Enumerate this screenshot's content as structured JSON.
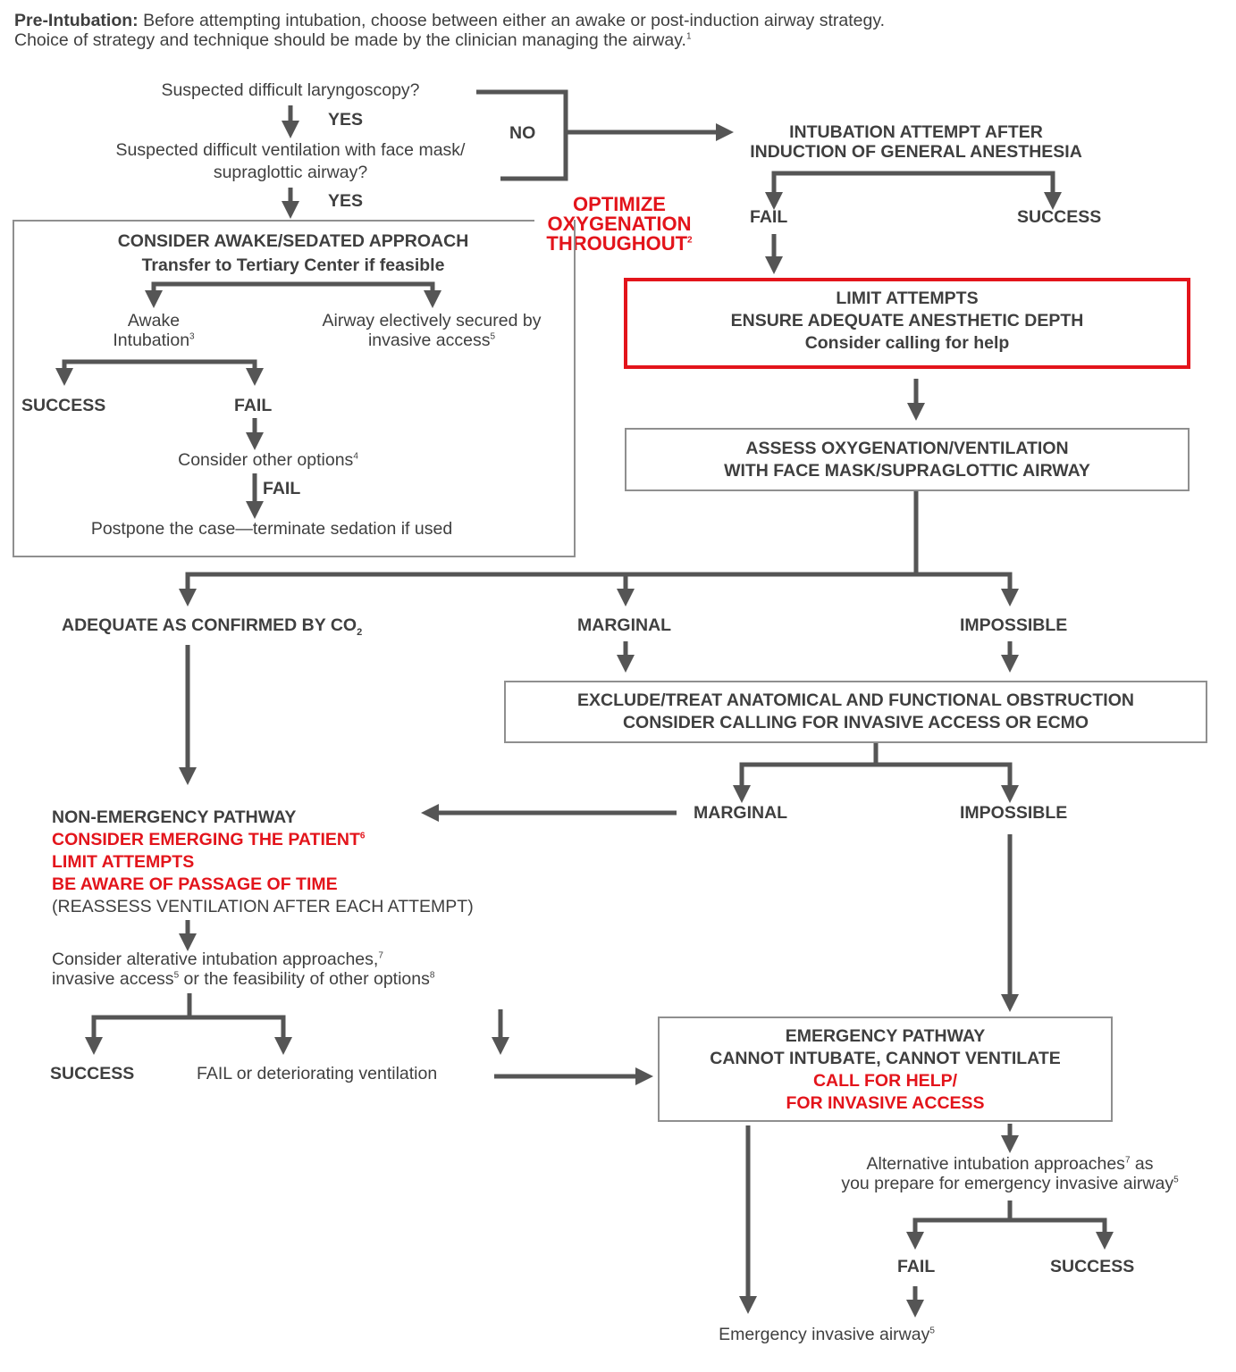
{
  "intro": {
    "label": "Pre-Intubation:",
    "line1": "Before attempting intubation, choose between either an awake or post-induction airway strategy.",
    "line2": "Choice of strategy and technique should be made by the clinician managing the airway.",
    "line2_ref": "1"
  },
  "top": {
    "q_laryngoscopy": "Suspected difficult laryngoscopy?",
    "yes_1": "YES",
    "q_ventilation_1": "Suspected difficult ventilation with face mask/",
    "q_ventilation_2": "supraglottic airway?",
    "yes_2": "YES",
    "no": "NO"
  },
  "optimize": {
    "line1": "OPTIMIZE",
    "line2": "OXYGENATION",
    "line3": "THROUGHOUT",
    "ref": "2"
  },
  "awake_box": {
    "title": "CONSIDER AWAKE/SEDATED APPROACH",
    "subtitle": "Transfer to Tertiary Center if feasible",
    "awake_1": "Awake",
    "awake_2": "Intubation",
    "awake_ref": "3",
    "elective_1": "Airway electively secured by",
    "elective_2": "invasive access",
    "elective_ref": "5",
    "success": "SUCCESS",
    "fail": "FAIL",
    "other": "Consider other options",
    "other_ref": "4",
    "fail_2": "FAIL",
    "postpone": "Postpone the case—terminate sedation if used"
  },
  "induction": {
    "line1": "INTUBATION ATTEMPT AFTER",
    "line2": "INDUCTION OF GENERAL ANESTHESIA",
    "fail": "FAIL",
    "success": "SUCCESS"
  },
  "limit_box": {
    "line1": "LIMIT ATTEMPTS",
    "line2": "ENSURE ADEQUATE ANESTHETIC DEPTH",
    "line3": "Consider calling for help"
  },
  "assess_box": {
    "line1": "ASSESS OXYGENATION/VENTILATION",
    "line2": "WITH FACE MASK/SUPRAGLOTTIC AIRWAY"
  },
  "outcomes": {
    "adequate": "ADEQUATE AS CONFIRMED BY CO",
    "adequate_sub": "2",
    "marginal": "MARGINAL",
    "impossible": "IMPOSSIBLE"
  },
  "exclude_box": {
    "line1": "EXCLUDE/TREAT ANATOMICAL AND FUNCTIONAL OBSTRUCTION",
    "line2": "CONSIDER CALLING FOR INVASIVE ACCESS OR ECMO"
  },
  "outcomes_2": {
    "marginal": "MARGINAL",
    "impossible": "IMPOSSIBLE"
  },
  "non_emergency": {
    "title": "NON-EMERGENCY PATHWAY",
    "red_1": "CONSIDER EMERGING THE PATIENT",
    "red_1_ref": "6",
    "red_2": "LIMIT ATTEMPTS",
    "red_3": "BE AWARE OF PASSAGE OF TIME",
    "note": "(REASSESS VENTILATION AFTER EACH ATTEMPT)",
    "consider_1": "Consider alterative intubation approaches,",
    "consider_1_ref": "7",
    "consider_2a": "invasive access",
    "consider_2a_ref": "5",
    "consider_2b": " or the feasibility of other options",
    "consider_2_ref": "8",
    "success": "SUCCESS",
    "fail": "FAIL or deteriorating ventilation"
  },
  "emergency_box": {
    "line1": "EMERGENCY PATHWAY",
    "line2": "CANNOT INTUBATE, CANNOT VENTILATE",
    "line3": "CALL FOR HELP/",
    "line4": "FOR INVASIVE ACCESS"
  },
  "alternative": {
    "line1": "Alternative intubation approaches",
    "line1_ref": "7",
    "line1b": " as",
    "line2": "you prepare for emergency invasive airway",
    "line2_ref": "5",
    "fail": "FAIL",
    "success": "SUCCESS",
    "emergency_airway": "Emergency invasive airway",
    "emergency_airway_ref": "5"
  },
  "colors": {
    "line": "#555555",
    "box_border": "#8f8f8f",
    "red": "#e3141b",
    "text": "#3f3f3f"
  }
}
